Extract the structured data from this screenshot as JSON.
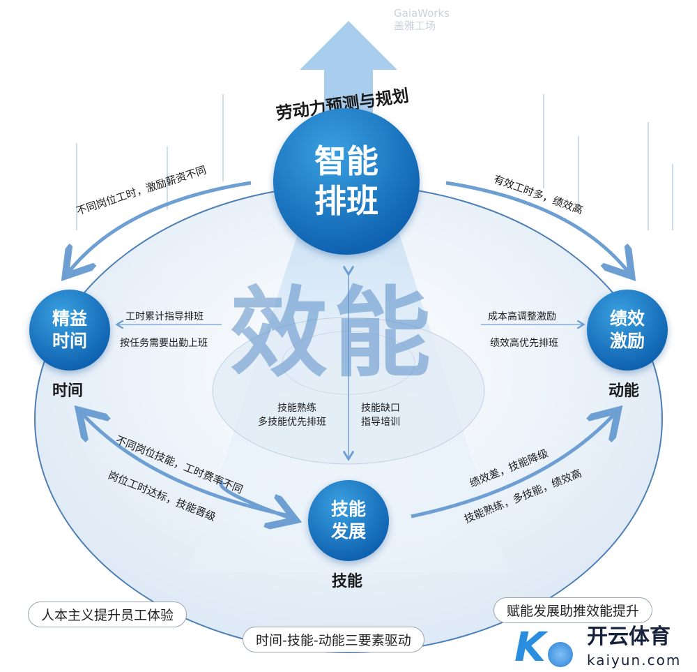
{
  "top_arrow_label": "劳动力预测与规划",
  "center_watermark": "效能",
  "nodes": {
    "top": {
      "line1": "智能",
      "line2": "排班"
    },
    "left": {
      "line1": "精益",
      "line2": "时间",
      "caption": "时间"
    },
    "right": {
      "line1": "绩效",
      "line2": "激励",
      "caption": "动能"
    },
    "bottom": {
      "line1": "技能",
      "line2": "发展",
      "caption": "技能"
    }
  },
  "arrow_labels": {
    "top_left": "不同岗位工时，激励薪资不同",
    "top_right": "有效工时多，绩效高",
    "left_in_1": "工时累计指导排班",
    "left_in_2": "按任务需要出勤上班",
    "right_in_1": "成本高调整激励",
    "right_in_2": "绩效高优先排班",
    "center_left_1": "技能熟练",
    "center_left_2": "多技能优先排班",
    "center_right_1": "技能缺口",
    "center_right_2": "指导培训",
    "bottom_left_1": "不同岗位技能，工时费率不同",
    "bottom_left_2": "岗位工时达标，技能晋级",
    "bottom_right_1": "绩效差，技能降级",
    "bottom_right_2": "技能熟练，多技能，绩效高"
  },
  "pills": {
    "left": "人本主义提升员工体验",
    "center": "时间-技能-动能三要素驱动",
    "right": "赋能发展助推效能提升"
  },
  "watermark": {
    "en": "GaiaWorks",
    "cn": "盖雅工场"
  },
  "logo": {
    "cn": "开云体育",
    "en": "kaiyun.com"
  },
  "colors": {
    "primary": "#1369b8",
    "arrow": "#6d9fd3"
  }
}
